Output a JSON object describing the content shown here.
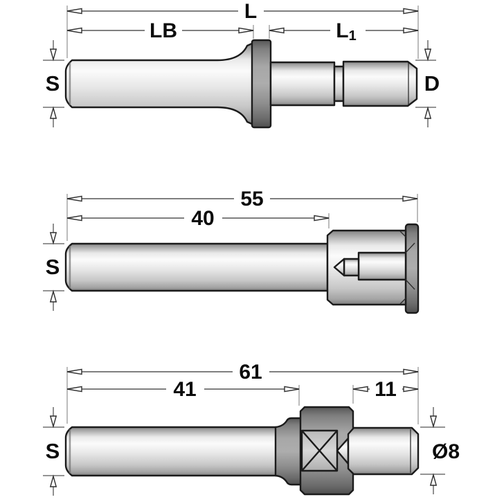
{
  "colors": {
    "background": "#ffffff",
    "outline": "#1b1b1b",
    "dimension_lines": "#555555",
    "label_text": "#0c0c0c",
    "metal_light": "#e9e9e9",
    "metal_dark": "#8f8f8f"
  },
  "drawings": {
    "top": {
      "labels": {
        "total_length": "L",
        "body_length": "LB",
        "thread_length_base": "L",
        "thread_length_sub": "1",
        "shank_diameter": "S",
        "thread_diameter": "D"
      }
    },
    "middle": {
      "labels": {
        "total_length": "55",
        "body_length": "40",
        "shank_diameter": "S"
      }
    },
    "bottom": {
      "labels": {
        "total_length": "61",
        "body_length": "41",
        "thread_length": "11",
        "shank_diameter": "S",
        "thread_diameter": "Ø8"
      }
    }
  }
}
